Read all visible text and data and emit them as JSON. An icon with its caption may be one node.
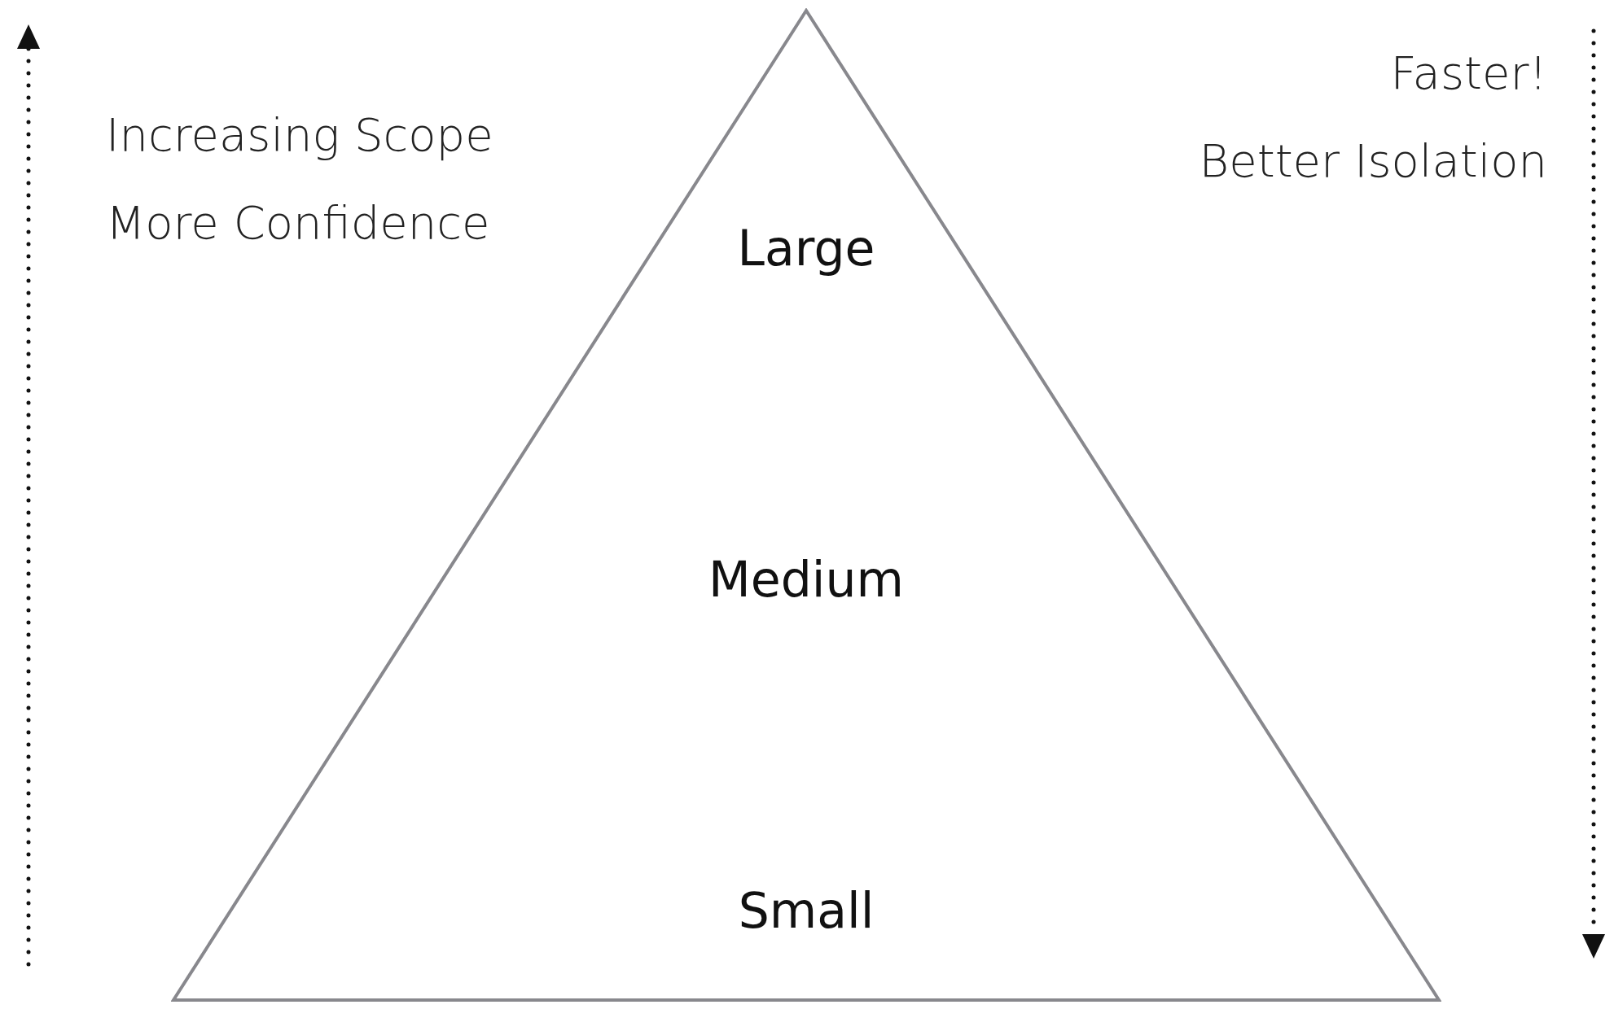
{
  "diagram": {
    "nodes": [
      {
        "text": [
          "Large",
          "Medium",
          "Small"
        ]
      }
    ],
    "labels": [
      "Increasing Scope",
      "More Confidence",
      "Faster!",
      "Better Isolation"
    ]
  }
}
